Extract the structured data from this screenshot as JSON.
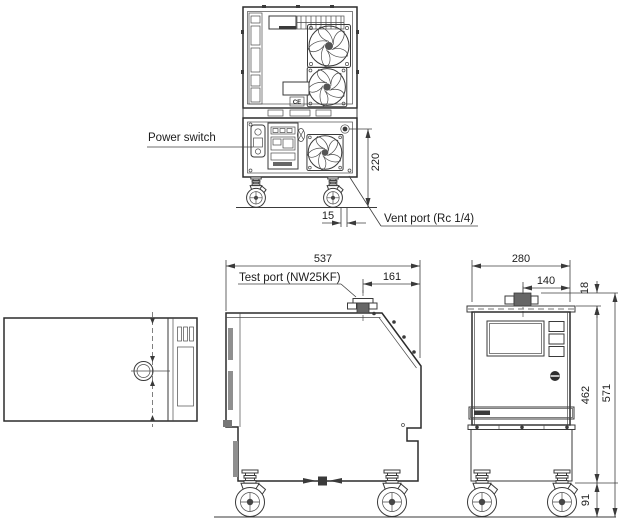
{
  "drawing": {
    "labels": {
      "power_switch": "Power switch",
      "vent_port": "Vent port (Rc 1/4)",
      "test_port": "Test port (NW25KF)",
      "ce_mark": "CE"
    },
    "dims": {
      "vent_height": "220",
      "vent_offset": "15",
      "depth": "537",
      "test_port_from_front": "161",
      "width": "280",
      "test_port_center": "140",
      "test_port_protrusion": "18",
      "body_height": "462",
      "total_height": "571",
      "base_height": "91"
    },
    "colors": {
      "line": "#3a3a3a",
      "text": "#1d1d1d",
      "gray_fill": "#8f8f8f",
      "background": "#ffffff"
    }
  }
}
